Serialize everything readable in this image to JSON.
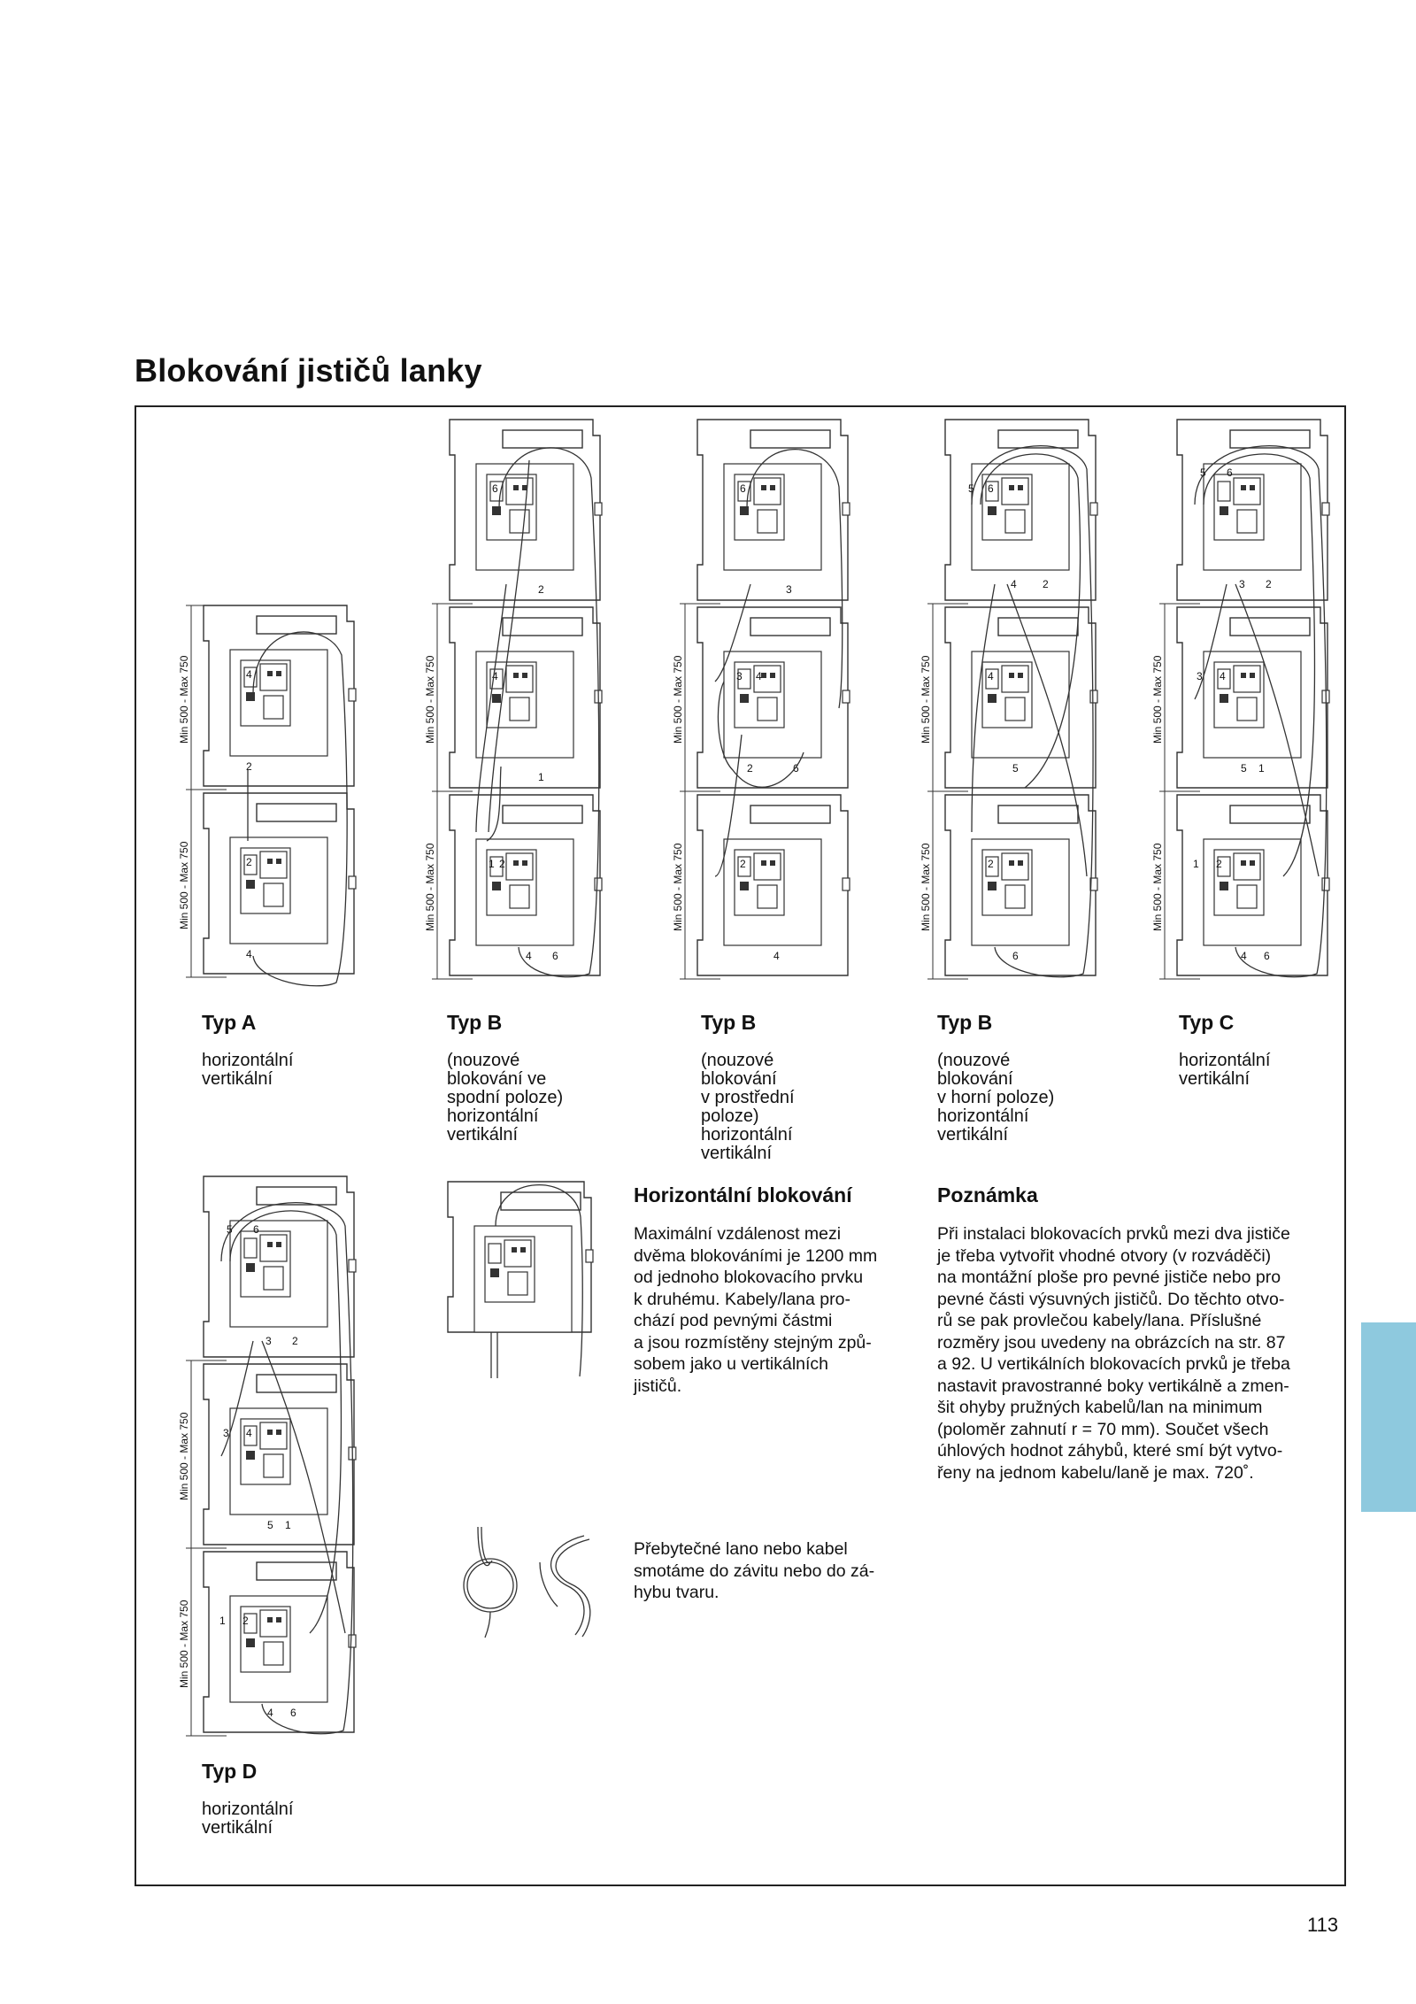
{
  "page": {
    "title": "Blokování jističů lanky",
    "page_number": "113"
  },
  "figures": {
    "dimension_label": "Min 500 - Max 750"
  },
  "types": [
    {
      "heading": "Typ A",
      "lines": [
        "horizontální",
        "vertikální"
      ]
    },
    {
      "heading": "Typ B",
      "lines": [
        "(nouzové",
        "blokování ve",
        "spodní poloze)",
        "horizontální",
        "vertikální"
      ]
    },
    {
      "heading": "Typ B",
      "lines": [
        "(nouzové",
        "blokování",
        "v prostřední",
        "poloze)",
        "horizontální",
        "vertikální"
      ]
    },
    {
      "heading": "Typ B",
      "lines": [
        "(nouzové",
        "blokování",
        "v horní poloze)",
        "horizontální",
        "vertikální"
      ]
    },
    {
      "heading": "Typ C",
      "lines": [
        "horizontální",
        "vertikální"
      ]
    },
    {
      "heading": "Typ D",
      "lines": [
        "horizontální",
        "vertikální"
      ]
    }
  ],
  "horizontal_section": {
    "title": "Horizontální blokování",
    "lines": [
      "Maximální vzdálenost mezi",
      "dvěma blokováními je 1200 mm",
      "od jednoho blokovacího prvku",
      "k druhému. Kabely/lana pro-",
      "chází pod pevnými částmi",
      "a jsou rozmístěny stejným způ-",
      "sobem jako u vertikálních",
      "jističů."
    ]
  },
  "excess_cable": {
    "lines": [
      "Přebytečné lano nebo kabel",
      "smotáme do závitu nebo do zá-",
      "hybu tvaru."
    ]
  },
  "note_section": {
    "title": "Poznámka",
    "lines": [
      "Při instalaci blokovacích prvků mezi dva jističe",
      "je třeba vytvořit vhodné otvory (v rozváděči)",
      "na montážní ploše pro pevné jističe nebo pro",
      "pevné části výsuvných jističů. Do těchto otvo-",
      "rů se pak provlečou kabely/lana. Příslušné",
      "rozměry jsou uvedeny na obrázcích na str. 87",
      "a 92. U vertikálních blokovacích prvků je třeba",
      "nastavit pravostranné boky vertikálně a zmen-",
      "šit ohyby pružných kabelů/lan na minimum",
      "(poloměr zahnutí r = 70 mm). Součet všech",
      "úhlových hodnot záhybů, které smí být vytvo-",
      "řeny na jednom kabelu/laně je max. 720˚."
    ]
  }
}
